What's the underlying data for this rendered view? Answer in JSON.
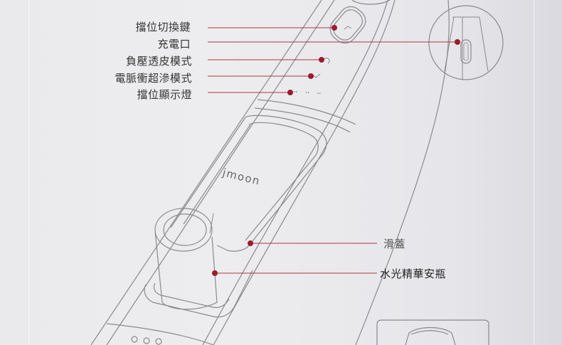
{
  "brand": "Jmoon",
  "colors": {
    "leader": "#b23440",
    "dot": "#9b1c2b",
    "outline": "#8a8a8e"
  },
  "labels_left": [
    {
      "text": "擋位切換鍵"
    },
    {
      "text": "充電口"
    },
    {
      "text": "負壓透皮模式"
    },
    {
      "text": "電脈衝超滲模式"
    },
    {
      "text": "擋位顯示燈"
    }
  ],
  "labels_right": [
    {
      "text": "滑蓋"
    },
    {
      "text": "水光精華安瓶"
    }
  ]
}
